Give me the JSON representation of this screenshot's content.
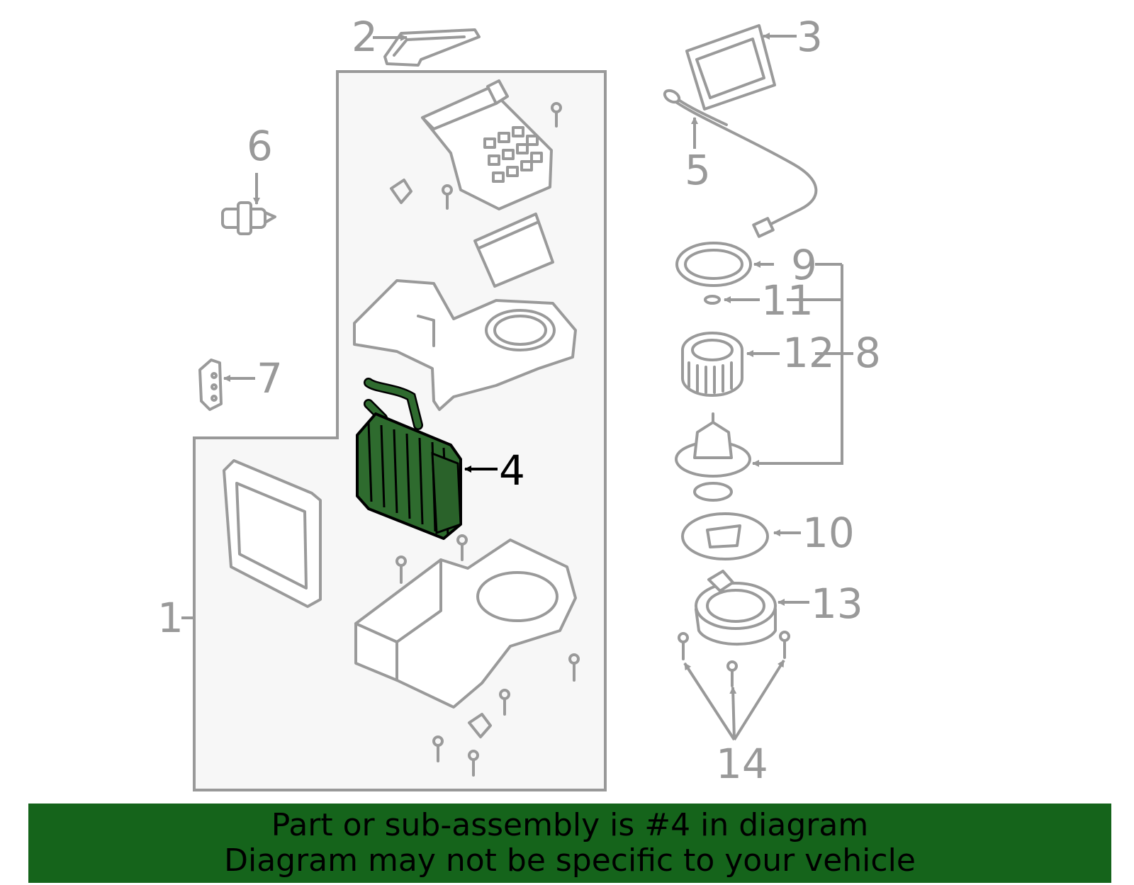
{
  "callouts": {
    "c1": "1",
    "c2": "2",
    "c3": "3",
    "c4": "4",
    "c5": "5",
    "c6": "6",
    "c7": "7",
    "c8": "8",
    "c9": "9",
    "c10": "10",
    "c11": "11",
    "c12": "12",
    "c13": "13",
    "c14": "14"
  },
  "highlighted_part": "4",
  "colors": {
    "highlight": "#15641b",
    "line": "#999999",
    "panel": "#f7f7f7"
  },
  "banner": {
    "line1": "Part or sub-assembly is #4 in diagram",
    "line2": "Diagram may not be specific to your vehicle"
  }
}
